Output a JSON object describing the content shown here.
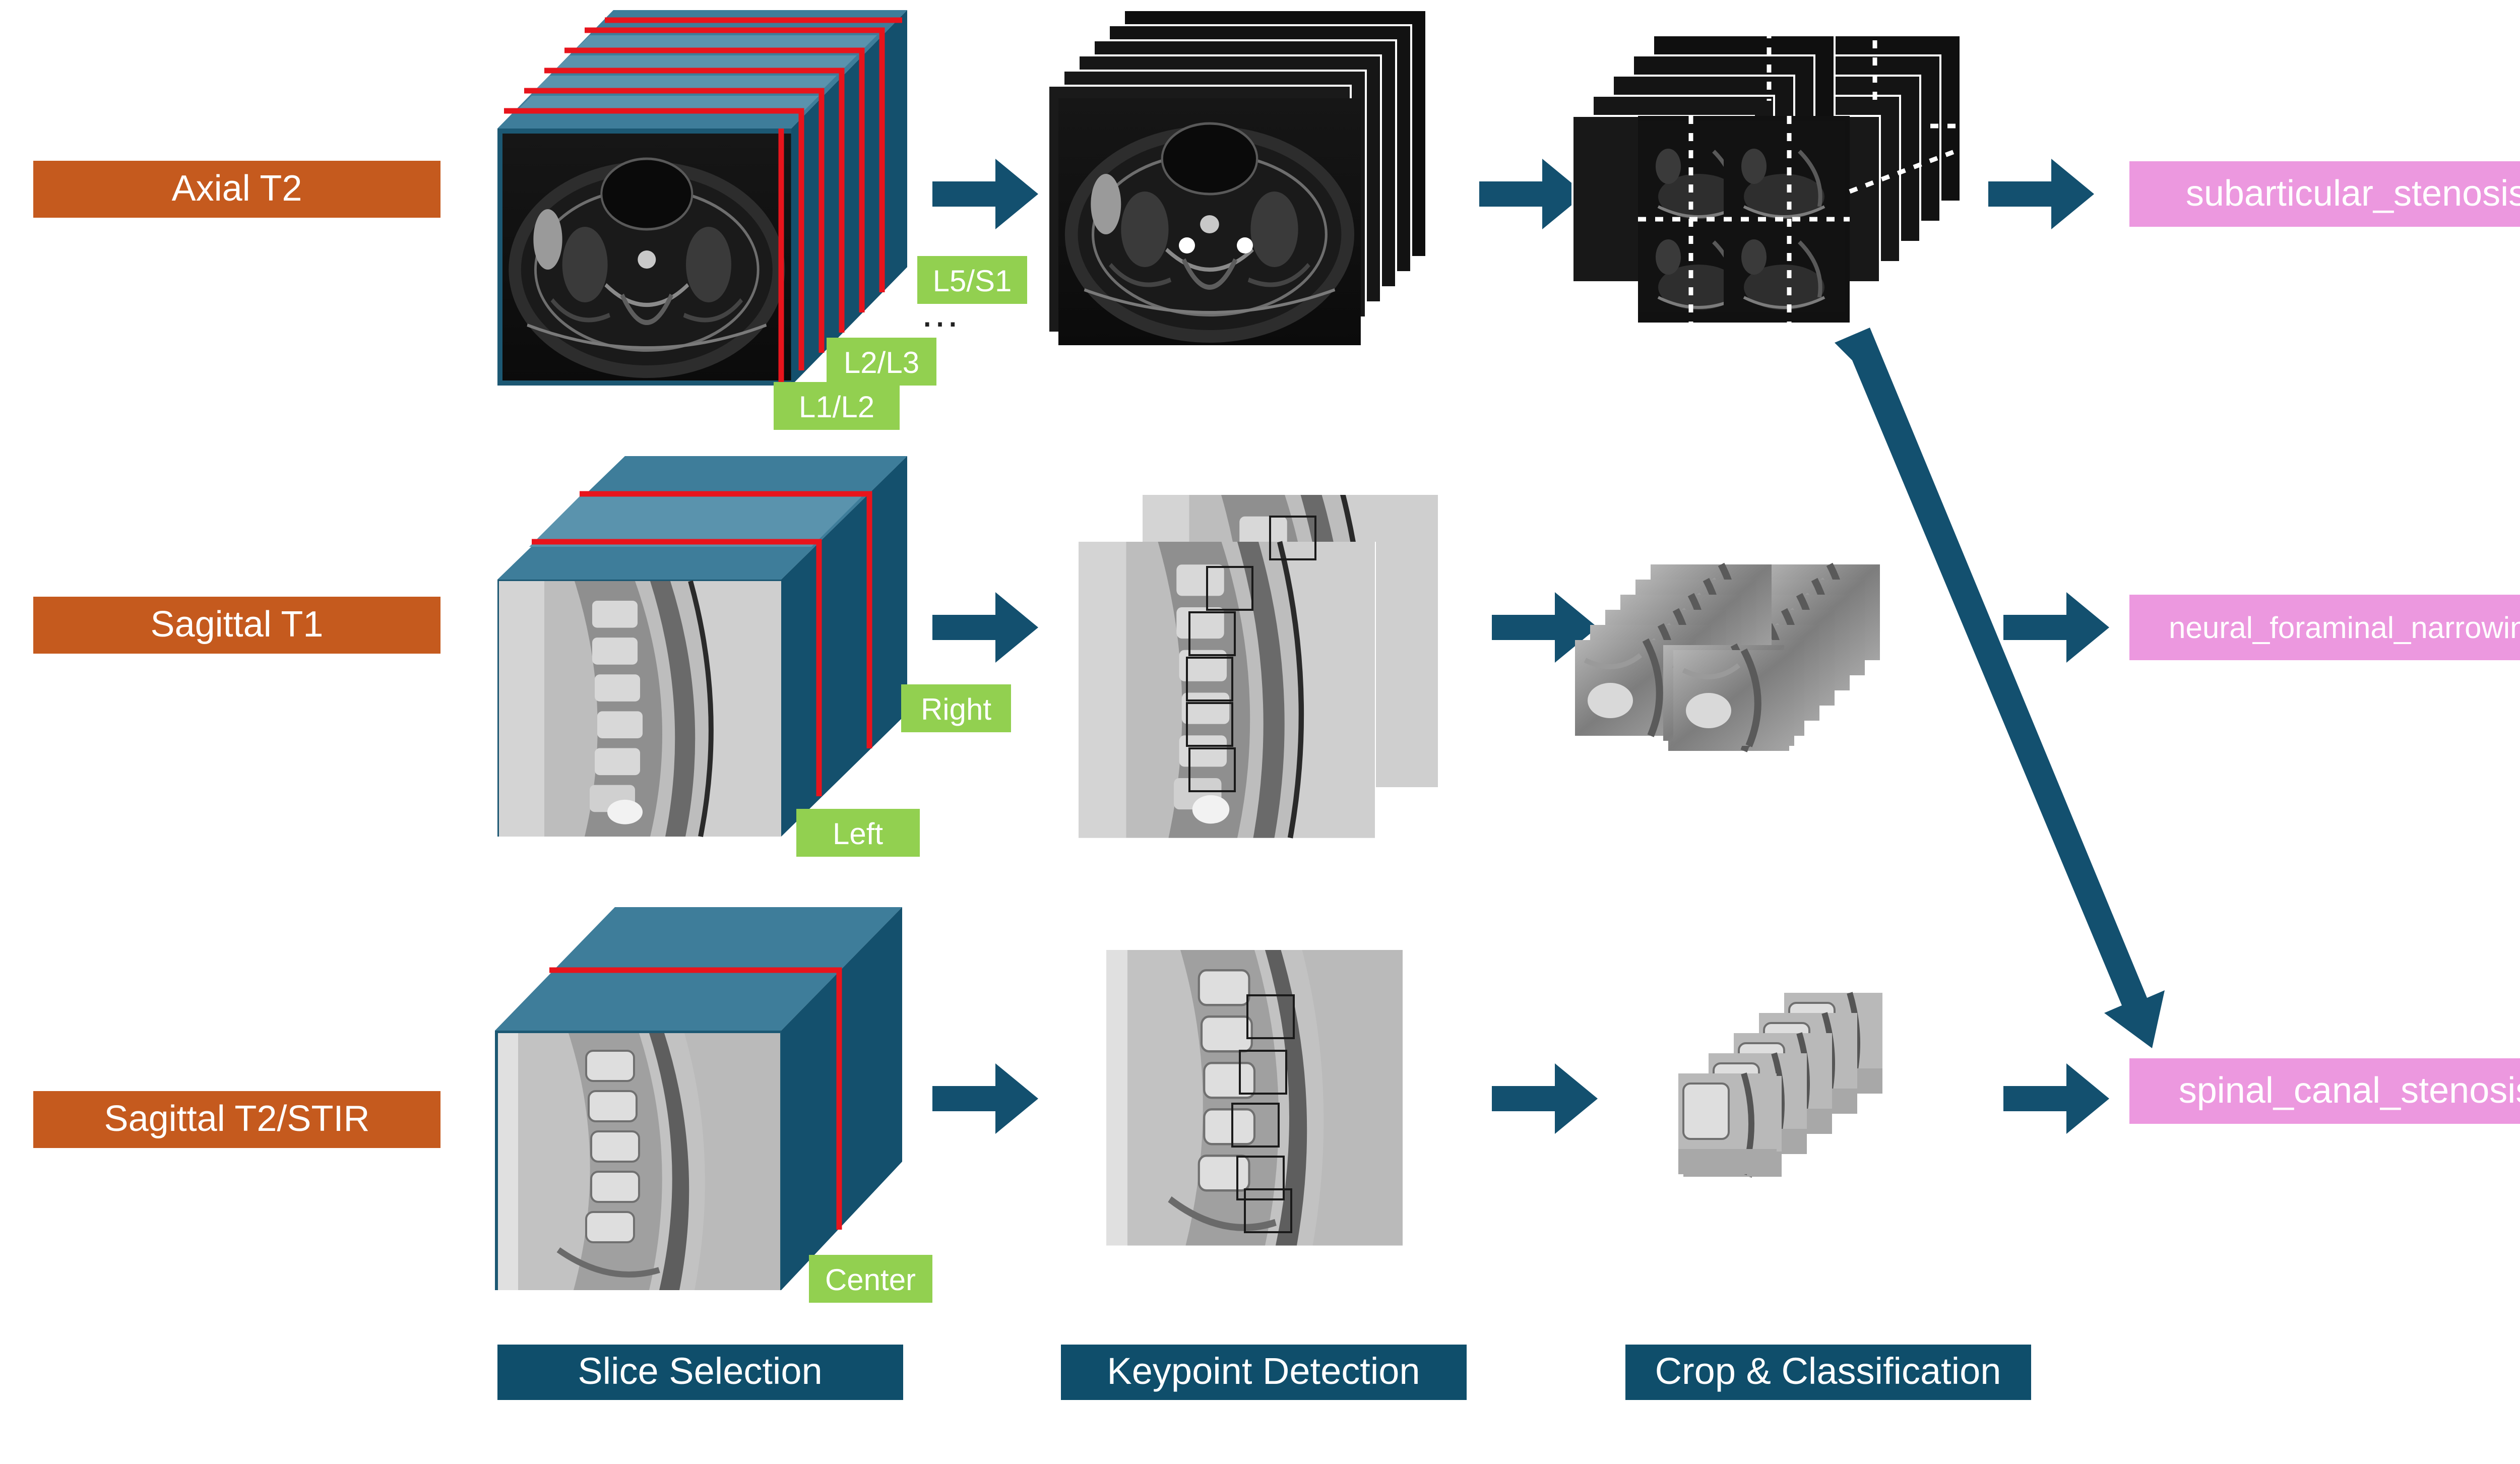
{
  "colors": {
    "row_label": "#C55A1E",
    "stage_label": "#0F4E6B",
    "arrow": "#13506F",
    "cube_front_edge": "#1C5873",
    "cube_top": "#3E7D9A",
    "cube_side": "#14506D",
    "slice_line": "#E8141C",
    "level_tag": "#92D050",
    "output": "#EC98DF",
    "label_text": "#FFFFFF"
  },
  "rows": [
    {
      "id": "axial",
      "label": "Axial T2",
      "slice_tags": [
        "L5/S1",
        "L2/L3",
        "L1/L2"
      ],
      "ellipsis": "…"
    },
    {
      "id": "sag-t1",
      "label": "Sagittal T1",
      "slice_tags": [
        "Right",
        "Left"
      ]
    },
    {
      "id": "sag-t2",
      "label": "Sagittal T2/STIR",
      "slice_tags": [
        "Center"
      ]
    }
  ],
  "stages": [
    {
      "label": "Slice Selection"
    },
    {
      "label": "Keypoint Detection"
    },
    {
      "label": "Crop & Classification"
    }
  ],
  "outputs": [
    {
      "label": "subarticular_stenosis"
    },
    {
      "label": "neural_foraminal_narrowing"
    },
    {
      "label": "spinal_canal_stenosis"
    }
  ],
  "icons": {
    "flow_arrow": "block-arrow-right-icon",
    "mri_slice": "mri-slice-image",
    "volume": "mri-volume-cube"
  }
}
